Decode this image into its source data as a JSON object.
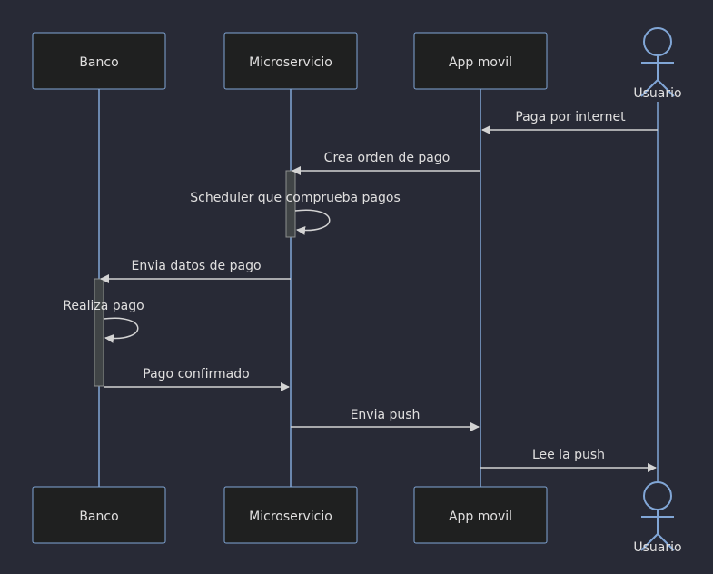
{
  "colors": {
    "background": "#282a36",
    "actor_fill": "#1f2020",
    "actor_stroke": "#81a6d6",
    "message_line": "#d3d3d3",
    "text": "#e0dfdf",
    "activation": "#404446"
  },
  "participants": [
    {
      "id": "banco",
      "label": "Banco",
      "kind": "box"
    },
    {
      "id": "micro",
      "label": "Microservicio",
      "kind": "box"
    },
    {
      "id": "app",
      "label": "App movil",
      "kind": "box"
    },
    {
      "id": "usuario",
      "label": "Usuario",
      "kind": "person"
    }
  ],
  "messages": [
    {
      "from": "usuario",
      "to": "app",
      "label": "Paga por internet"
    },
    {
      "from": "app",
      "to": "micro",
      "label": "Crea orden de pago"
    },
    {
      "from": "micro",
      "to": "micro",
      "label": "Scheduler que comprueba pagos"
    },
    {
      "from": "micro",
      "to": "banco",
      "label": "Envia datos de pago"
    },
    {
      "from": "banco",
      "to": "banco",
      "label": "Realiza pago"
    },
    {
      "from": "banco",
      "to": "micro",
      "label": "Pago confirmado"
    },
    {
      "from": "micro",
      "to": "app",
      "label": "Envia push"
    },
    {
      "from": "app",
      "to": "usuario",
      "label": "Lee la push"
    }
  ]
}
